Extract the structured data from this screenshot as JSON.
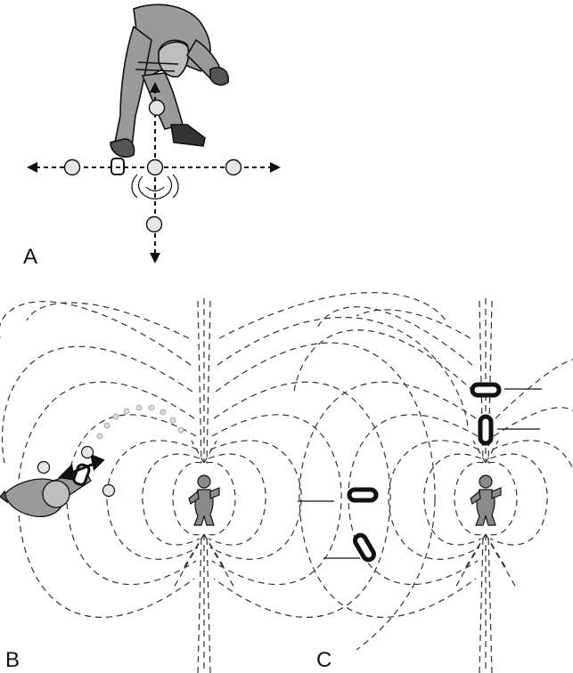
{
  "figure": {
    "panels": [
      {
        "id": "A",
        "label": "A"
      },
      {
        "id": "B",
        "label": "B"
      },
      {
        "id": "C",
        "label": "C"
      }
    ]
  },
  "colors": {
    "ink": "#111111",
    "field_line": "#333333",
    "marker_fill": "#e6e6e6",
    "figure_gray": "#8a8a8a",
    "clothing_gray": "#9a9a9a"
  }
}
